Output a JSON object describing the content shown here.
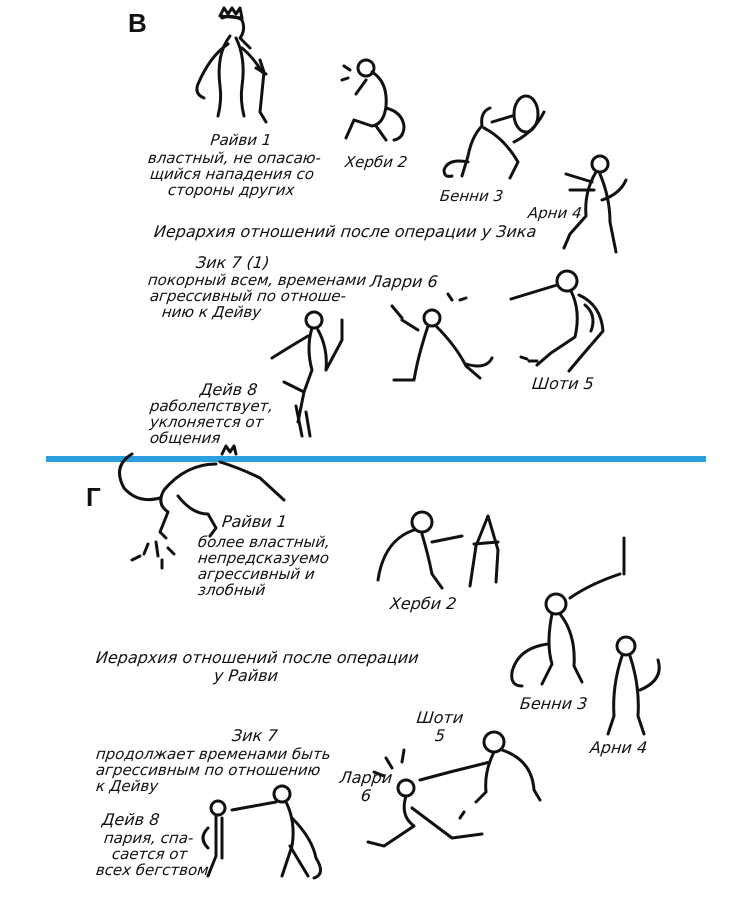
{
  "colors": {
    "divider": "#2aa0e0",
    "ink": "#111111"
  },
  "panel_v": {
    "letter": "В",
    "caption": "Иерархия отношений после операции у Зика",
    "riviy": {
      "name": "Райви 1",
      "desc": [
        "властный, не опасаю-",
        "щийся нападения со",
        "стороны других"
      ]
    },
    "herbi": {
      "name": "Херби 2"
    },
    "benni": {
      "name": "Бенни 3"
    },
    "arni": {
      "name": "Арни 4"
    },
    "zik": {
      "name": "Зик 7 (1)",
      "desc": [
        "покорный всем, временами",
        "агрессивный по отноше-",
        "нию к Дейву"
      ]
    },
    "larri": {
      "name": "Ларри 6"
    },
    "shoti": {
      "name": "Шоти 5"
    },
    "deiv": {
      "name": "Дейв 8",
      "desc": [
        "раболепствует,",
        "уклоняется от",
        "общения"
      ]
    }
  },
  "panel_g": {
    "letter": "Г",
    "caption": [
      "Иерархия отношений после операции",
      "у Райви"
    ],
    "riviy": {
      "name": "Райви 1",
      "desc": [
        "более властный,",
        "непредсказуемо",
        "агрессивный и",
        "злобный"
      ]
    },
    "herbi": {
      "name": "Херби 2"
    },
    "benni": {
      "name": "Бенни 3"
    },
    "arni": {
      "name": "Арни 4"
    },
    "shoti": {
      "name": [
        "Шоти",
        "5"
      ]
    },
    "larri": {
      "name": [
        "Ларри",
        "6"
      ]
    },
    "zik": {
      "name": "Зик 7",
      "desc": [
        "продолжает временами быть",
        "агрессивным по отношению",
        "к Дейву"
      ]
    },
    "deiv": {
      "name": "Дейв 8",
      "desc": [
        "пария, спа-",
        "сается от",
        "всех бегством"
      ]
    }
  }
}
